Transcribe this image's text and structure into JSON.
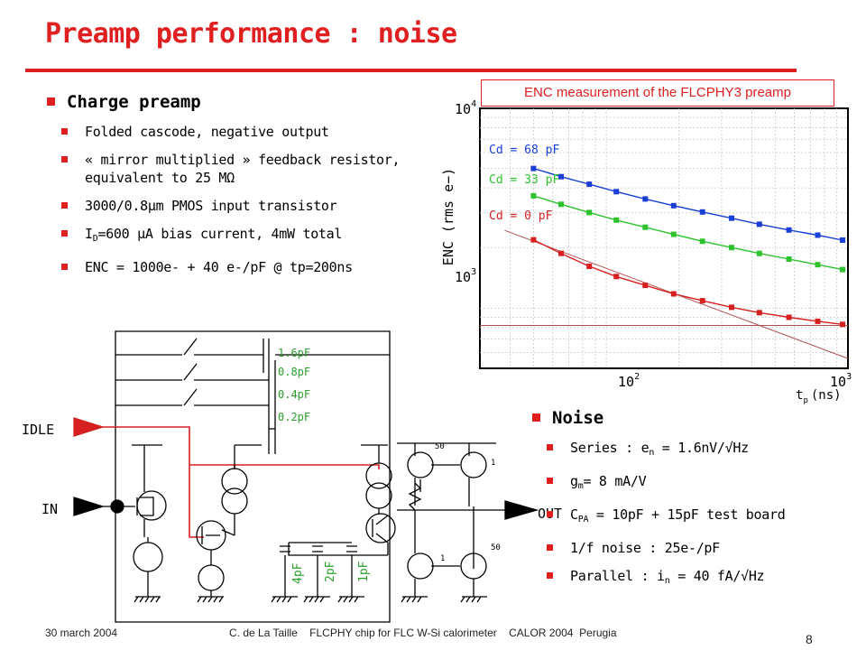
{
  "title": "Preamp performance : noise",
  "left_section": {
    "heading": "Charge preamp",
    "items": [
      "Folded cascode, negative output",
      "« mirror multiplied » feedback resistor, equivalent to 25 MΩ",
      "3000/0.8µm PMOS input transistor",
      "ENC = 1000e- + 40 e-/pF @ tp=200ns"
    ],
    "bias_item": {
      "prefix": "I",
      "sub": "D",
      "rest": "=600 µA bias current, 4mW total"
    }
  },
  "plot": {
    "caption": "ENC measurement of the FLCPHY3 preamp",
    "ylabel": "ENC (rms e−)",
    "xlabel_main": "t",
    "xlabel_sub": "p",
    "xlabel_unit": "(ns)",
    "yticks": {
      "top_base": "10",
      "top_exp": "4",
      "mid_base": "10",
      "mid_exp": "3"
    },
    "xticks": {
      "left_base": "10",
      "left_exp": "2",
      "right_base": "10",
      "right_exp": "3"
    }
  },
  "chart_data": {
    "type": "scatter",
    "title": "ENC measurement of the FLCPHY3 preamp",
    "xlabel": "tp (ns)",
    "ylabel": "ENC (rms e-)",
    "x_scale": "log",
    "y_scale": "log",
    "xlim": [
      30,
      1000
    ],
    "ylim": [
      500,
      10000
    ],
    "grid": true,
    "series": [
      {
        "name": "Cd = 68 pF",
        "color": "#1a3fd6",
        "x": [
          50,
          65,
          85,
          110,
          145,
          190,
          250,
          330,
          430,
          570,
          750,
          950
        ],
        "y": [
          5000,
          4550,
          4170,
          3830,
          3520,
          3260,
          3030,
          2820,
          2630,
          2460,
          2320,
          2190
        ]
      },
      {
        "name": "Cd = 33 pF",
        "color": "#2fc22f",
        "x": [
          50,
          65,
          85,
          110,
          145,
          190,
          250,
          330,
          430,
          570,
          750,
          950
        ],
        "y": [
          3650,
          3310,
          3010,
          2760,
          2540,
          2340,
          2160,
          2010,
          1880,
          1760,
          1650,
          1560
        ]
      },
      {
        "name": "Cd = 0 pF",
        "color": "#d62020",
        "x": [
          50,
          65,
          85,
          110,
          145,
          190,
          250,
          330,
          430,
          570,
          750,
          950
        ],
        "y": [
          2200,
          1880,
          1620,
          1440,
          1300,
          1180,
          1090,
          1010,
          950,
          900,
          860,
          830
        ]
      }
    ],
    "legend": [
      "Cd = 68 pF",
      "Cd = 33 pF",
      "Cd = 0 pF"
    ]
  },
  "circuit": {
    "labels": {
      "idle": "IDLE",
      "in": "IN",
      "out": "OUT"
    },
    "feedback_caps": [
      "1.6pF",
      "0.8pF",
      "0.4pF",
      "0.2pF"
    ],
    "comp_caps": [
      "4pF",
      "2pF",
      "1pF"
    ],
    "ratios": {
      "top_left": "50",
      "top_right": "1",
      "bottom_left": "1",
      "bottom_right": "50"
    }
  },
  "right_section": {
    "heading": "Noise",
    "series": {
      "pre": "Series : e",
      "sub": "n",
      "post": " = 1.6nV/√Hz"
    },
    "gm": {
      "pre": "g",
      "sub": "m",
      "post": "= 8 mA/V"
    },
    "cpa": {
      "pre": "C",
      "sub": "PA",
      "post": " = 10pF + 15pF test board"
    },
    "flicker": "1/f noise : 25e-/pF",
    "parallel": {
      "pre": "Parallel : i",
      "sub": "n",
      "post": " = 40 fA/√Hz"
    }
  },
  "footer": {
    "date": "30 march 2004",
    "center": "C. de La Taille    FLCPHY chip for FLC W-Si calorimeter    CALOR 2004  Perugia",
    "page": "8"
  },
  "colors": {
    "accent": "#e02020",
    "wire_red": "#d62020",
    "cap_green": "#2a9d2a"
  }
}
